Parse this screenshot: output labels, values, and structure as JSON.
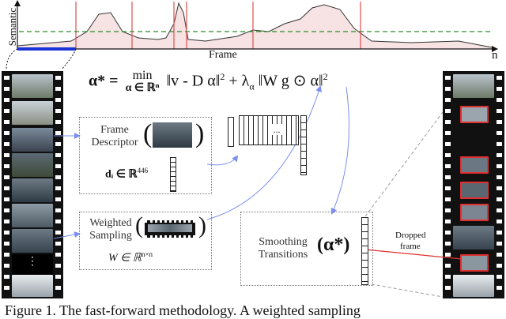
{
  "plot": {
    "ylabel": "Semantic",
    "xlabel": "Frame",
    "x_end": "n"
  },
  "equation": {
    "lhs": "α* =",
    "op": "min",
    "sub": "α ∈ ℝⁿ",
    "norm1_open": "‖v - D α‖",
    "exp2a": "2",
    "plus": "+ λ",
    "lambda_sub": "α",
    "norm2": "‖W g ⊙ α‖",
    "exp2b": "2"
  },
  "frame_descriptor": {
    "line1": "Frame",
    "line2": "Descriptor",
    "math": "dᵢ ∈ ℝ",
    "math_sup": "446"
  },
  "weighted_sampling": {
    "line1": "Weighted",
    "line2": "Sampling",
    "math": "W ∈ ℝ",
    "math_sup": "n×n"
  },
  "smoothing": {
    "line1": "Smoothing",
    "line2": "Transitions",
    "symbol": "(α*)"
  },
  "dropped": {
    "line1": "Dropped",
    "line2": "frame"
  },
  "matrix_dots": "...",
  "caption": "Figure 1. The fast-forward methodology. A weighted sampling",
  "colors": {
    "blue": "#1a33d6",
    "red": "#e05a5a",
    "green_dash": "#2a8a2a",
    "fill": "#f6dcdc",
    "arrow": "#7b8ff0"
  }
}
